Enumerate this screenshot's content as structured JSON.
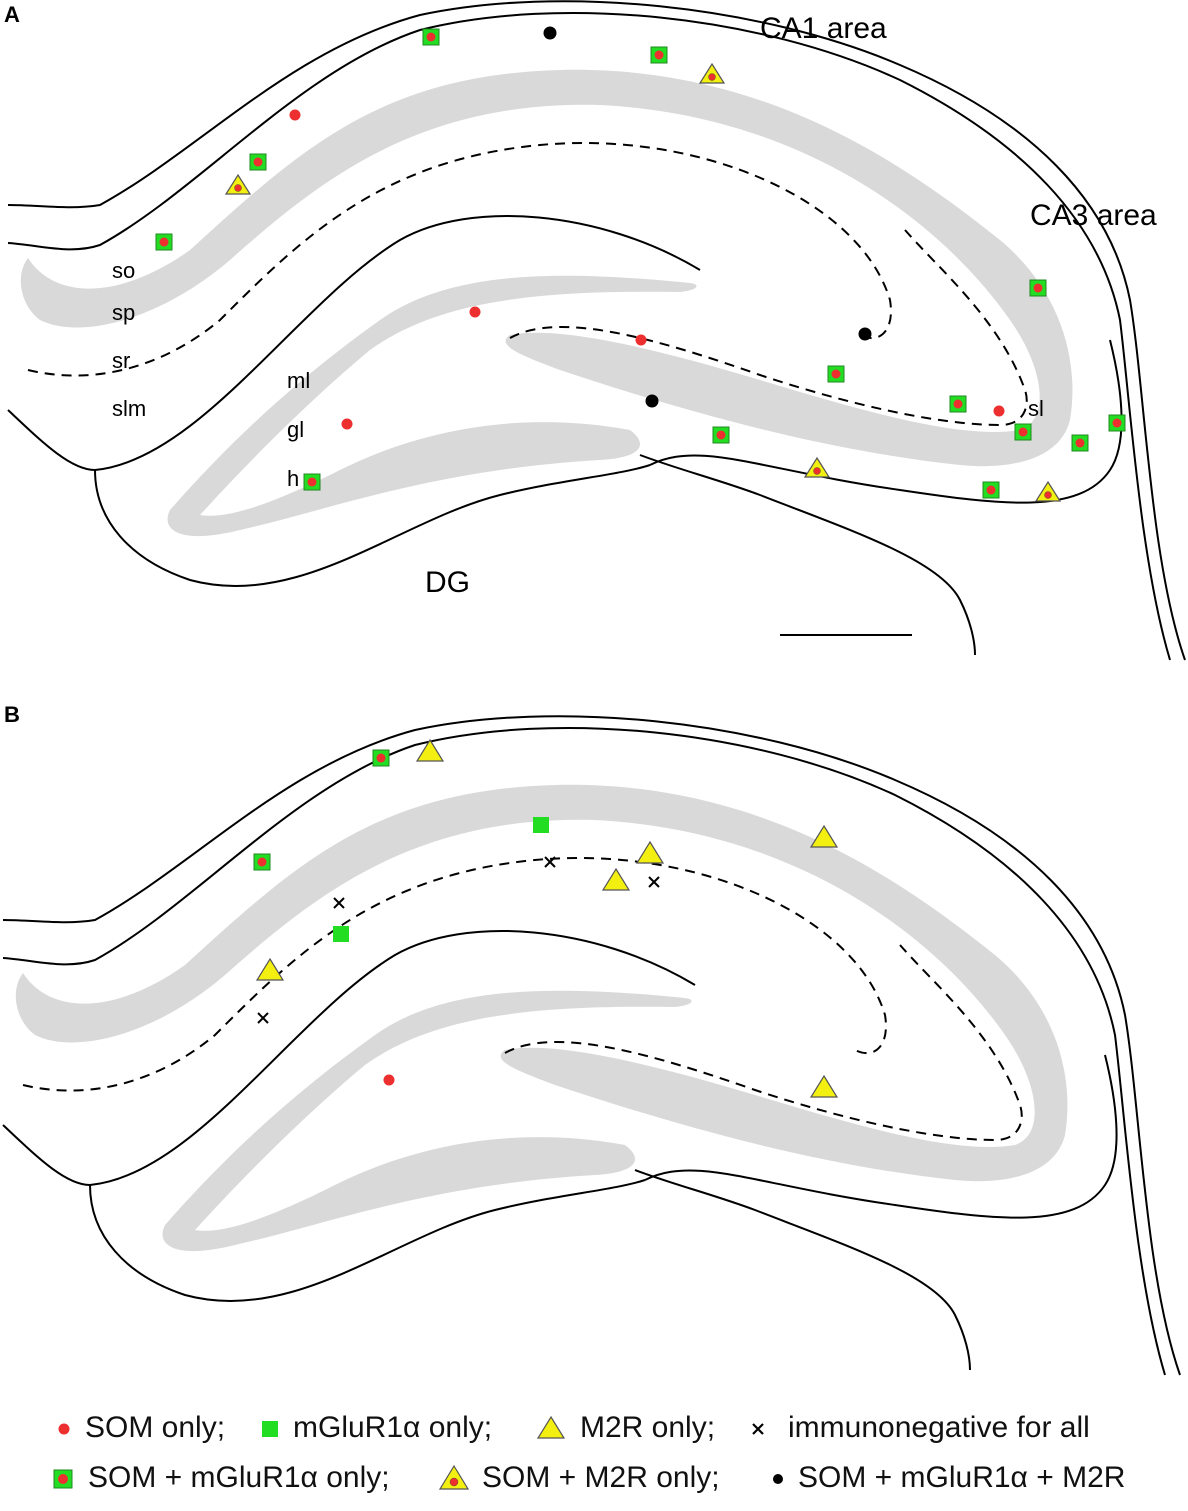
{
  "panels": [
    {
      "letter": "A",
      "region_labels": [
        "CA1 area",
        "CA3 area",
        "DG"
      ],
      "layer_labels": [
        "so",
        "sp",
        "sr",
        "slm",
        "ml",
        "gl",
        "h",
        "sl"
      ],
      "has_scale_bar": true
    },
    {
      "letter": "B",
      "region_labels": [],
      "layer_labels": [],
      "has_scale_bar": false
    }
  ],
  "legend": {
    "row1": [
      {
        "symbol": "red-dot-icon",
        "label": "SOM only;"
      },
      {
        "symbol": "green-square-icon",
        "label": "mGluR1α only;"
      },
      {
        "symbol": "yellow-triangle-icon",
        "label": "M2R only;"
      },
      {
        "symbol": "cross-icon",
        "label": "immunonegative for all"
      }
    ],
    "row2": [
      {
        "symbol": "green-square-red-dot-icon",
        "label": "SOM + mGluR1α only;"
      },
      {
        "symbol": "yellow-triangle-red-dot-icon",
        "label": "SOM + M2R only;"
      },
      {
        "symbol": "black-dot-icon",
        "label": "SOM + mGluR1α + M2R"
      }
    ]
  },
  "colors": {
    "som": "#ee2f2f",
    "mglur": "#22dd22",
    "m2r": "#f3f011",
    "triple": "#000000",
    "cell_layer": "#d9d9d9",
    "outline": "#000000"
  }
}
